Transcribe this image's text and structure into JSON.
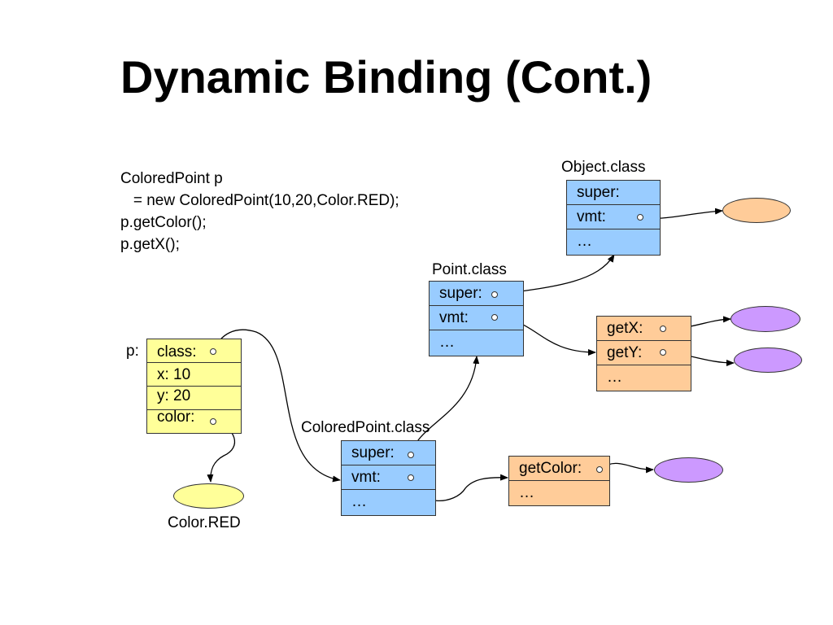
{
  "title": "Dynamic Binding (Cont.)",
  "code": [
    "ColoredPoint p",
    "   = new ColoredPoint(10,20,Color.RED);",
    "p.getColor();",
    "p.getX();"
  ],
  "object_class": {
    "label": "Object.class",
    "rows": [
      "super:",
      "vmt:",
      "…"
    ]
  },
  "point_class": {
    "label": "Point.class",
    "rows": [
      "super:",
      "vmt:",
      "…"
    ]
  },
  "colored_point_class": {
    "label": "ColoredPoint.class",
    "rows": [
      "super:",
      "vmt:",
      "…"
    ]
  },
  "instance": {
    "label": "p:",
    "rows": [
      "class:",
      "x: 10",
      "y: 20",
      "color:"
    ]
  },
  "point_vmt": {
    "rows": [
      "getX:",
      "getY:",
      "…"
    ]
  },
  "colored_point_vmt": {
    "rows": [
      "getColor:",
      "…"
    ]
  },
  "color_red": {
    "label": "Color.RED"
  },
  "colors": {
    "class_box": "#99ccff",
    "instance_box": "#ffff99",
    "vmt_box": "#ffcc99",
    "method": "#cc99ff"
  }
}
